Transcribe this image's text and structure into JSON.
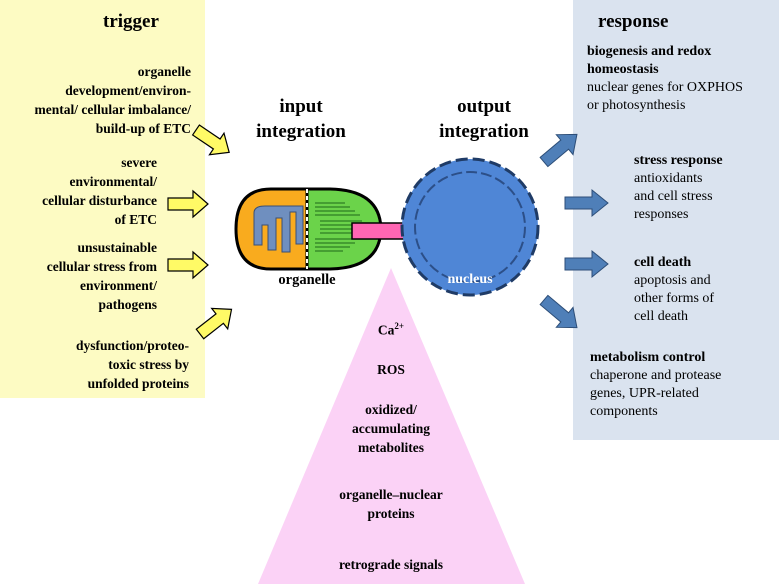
{
  "trigger": {
    "heading": "trigger",
    "items": [
      [
        "organelle",
        "development/environ-",
        "mental/ cellular imbalance/",
        "build-up of ETC"
      ],
      [
        "severe",
        "environmental/",
        "cellular disturbance",
        "of ETC"
      ],
      [
        "unsustainable",
        "cellular stress from",
        "environment/",
        "pathogens"
      ],
      [
        "dysfunction/proteo-",
        "toxic stress by",
        "unfolded proteins"
      ]
    ]
  },
  "input": {
    "line1": "input",
    "line2": "integration"
  },
  "output": {
    "line1": "output",
    "line2": "integration"
  },
  "organelle_label": "organelle",
  "nucleus_label": "nucleus",
  "signals": {
    "ca_base": "Ca",
    "ca_sup": "2+",
    "ros": "ROS",
    "metabolites": [
      "oxidized/",
      "accumulating",
      "metabolites"
    ],
    "proteins": [
      "organelle–nuclear",
      "proteins"
    ],
    "retrograde": "retrograde signals"
  },
  "response": {
    "heading": "response",
    "items": [
      {
        "title": [
          "biogenesis and redox",
          "homeostasis"
        ],
        "desc": [
          "nuclear genes for OXPHOS",
          "or photosynthesis"
        ]
      },
      {
        "title": [
          "stress response"
        ],
        "desc": [
          "antioxidants",
          "and cell stress",
          "responses"
        ]
      },
      {
        "title": [
          "cell death"
        ],
        "desc": [
          "apoptosis and",
          "other forms of",
          "cell death"
        ]
      },
      {
        "title": [
          "metabolism control"
        ],
        "desc": [
          "chaperone and protease",
          "genes, UPR-related",
          "components"
        ]
      }
    ]
  },
  "colors": {
    "trigger_panel": "#fdfbc3",
    "response_panel": "#dae3ef",
    "signal_triangle": "#fbd2f6",
    "yellow_arrow": "#fffa66",
    "blue_arrow": "#4f7fb8",
    "pink_arrow": "#ff66b3",
    "nucleus": "#4f86d6",
    "mito_fill": "#f9ab1e",
    "mito_cristae": "#6f8fbf",
    "chloro_fill": "#6bd34a"
  },
  "icons": [
    "mitochondrion-icon",
    "chloroplast-icon",
    "nucleus-icon"
  ]
}
